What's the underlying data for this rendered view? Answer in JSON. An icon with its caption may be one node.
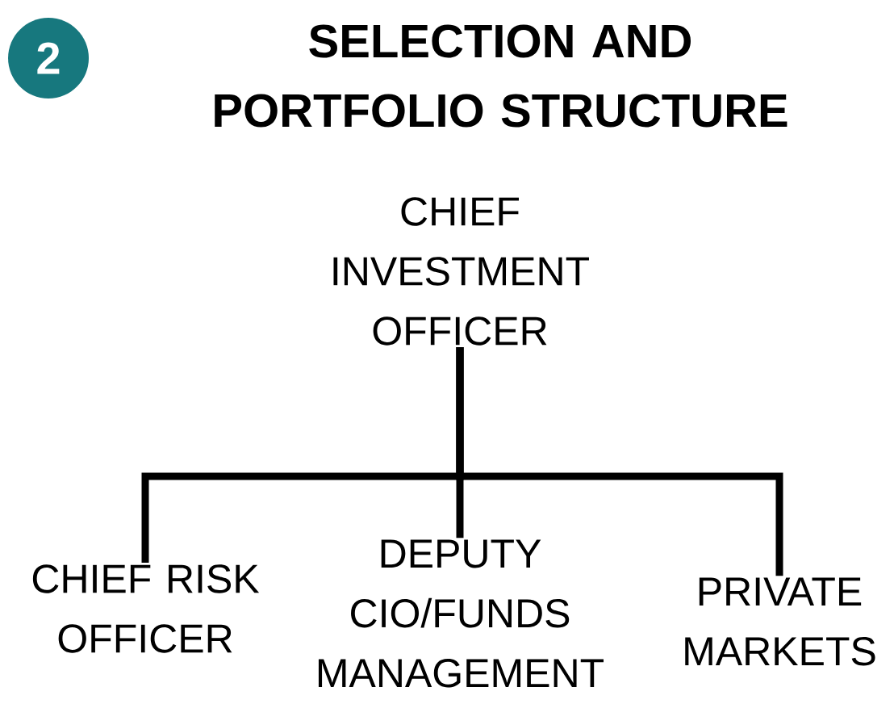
{
  "diagram": {
    "title": "SELECTION AND PORTFOLIO STRUCTURE",
    "nodes": [
      {
        "text": [
          "2"
        ]
      },
      {
        "text": [
          "CHIEF INVESTMENT OFFICER"
        ]
      },
      {
        "text": [
          "CHIEF RISK OFFICER"
        ]
      },
      {
        "text": [
          "DEPUTY CIO/FUNDS MANAGEMENT"
        ]
      },
      {
        "text": [
          "PRIVATE MARKETS"
        ]
      }
    ],
    "edges": [
      {
        "from": 1,
        "to": 2,
        "arrow": "none"
      },
      {
        "from": 1,
        "to": 3,
        "arrow": "none"
      },
      {
        "from": 1,
        "to": 4,
        "arrow": "none"
      }
    ]
  }
}
